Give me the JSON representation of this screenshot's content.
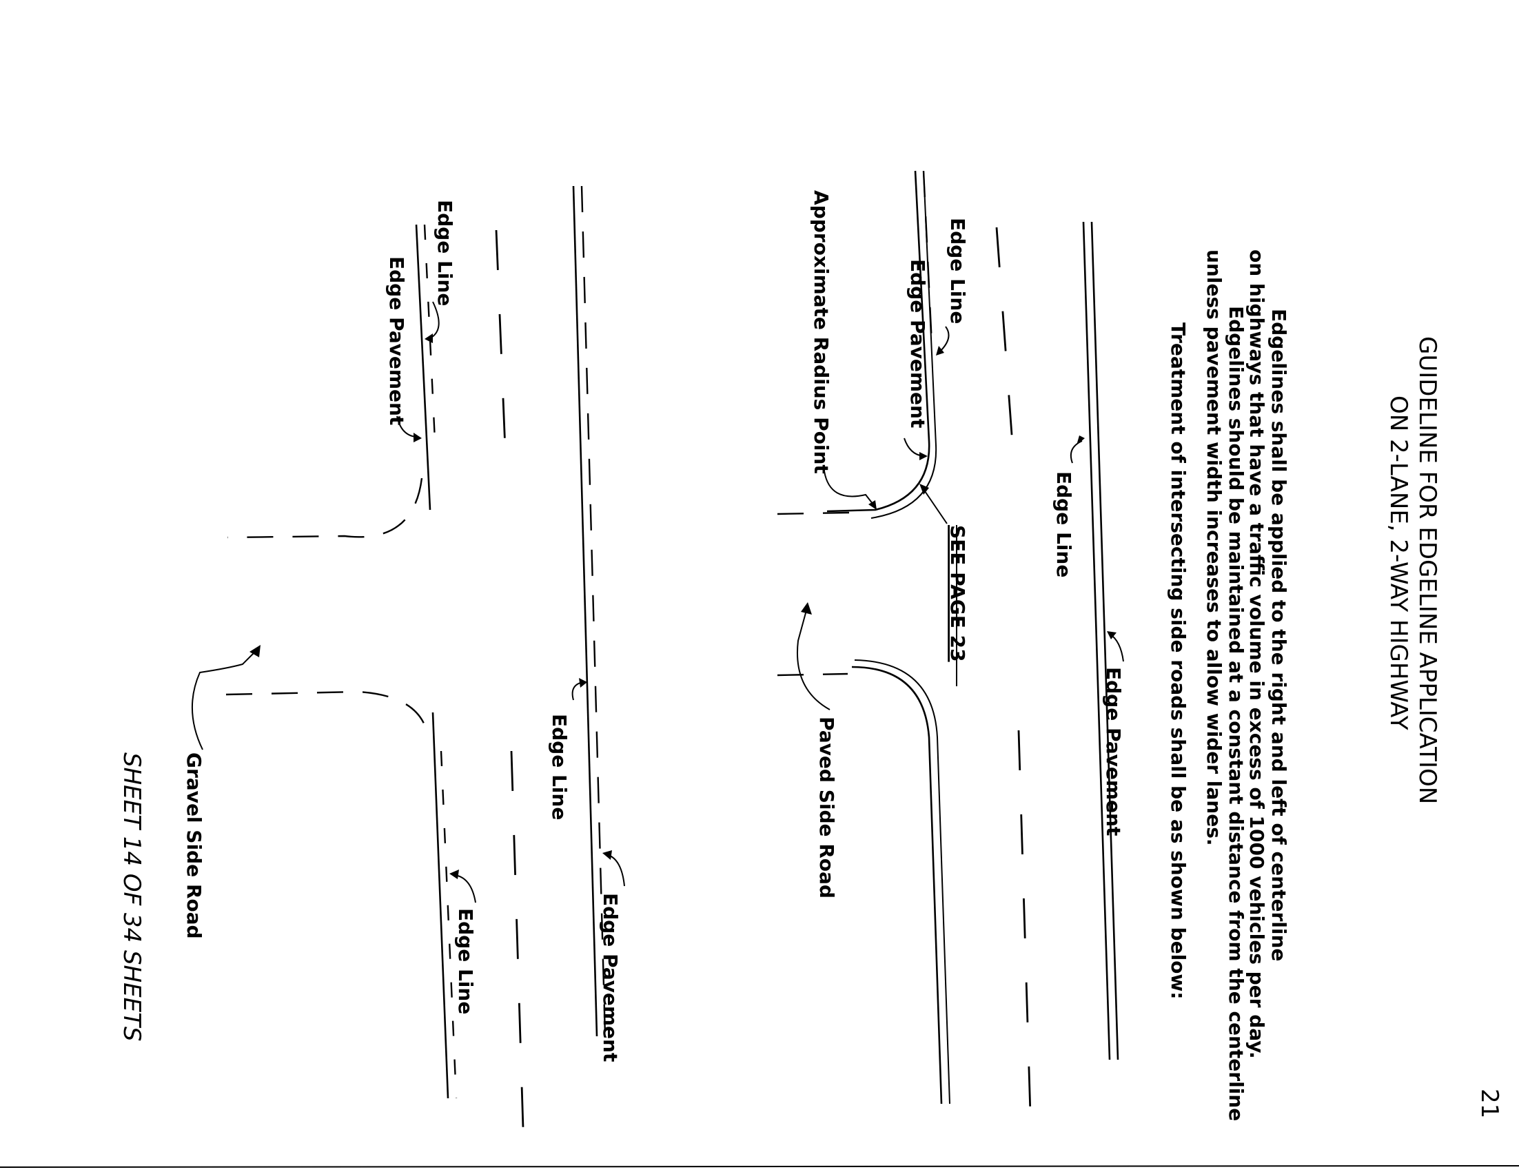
{
  "page_number": "21",
  "title": {
    "line1": "GUIDELINE FOR EDGELINE APPLICATION",
    "line2": "ON 2-LANE, 2-WAY HIGHWAY"
  },
  "paragraph": {
    "line1": "Edgelines shall be applied to the right and left of centerline",
    "line2": "on highways that have a traffic volume in excess of 1000 vehicles per day.",
    "line3": "Edgelines should be maintained at a constant distance from the centerline",
    "line4": "unless pavement width increases to allow wider lanes.",
    "line5": "Treatment of intersecting side roads shall be as shown below:"
  },
  "labels": {
    "edge_line": "Edge Line",
    "edge_pavement": "Edge Pavement",
    "approximate_radius_point": "Approximate Radius Point",
    "see_page": "SEE PAGE 23",
    "paved_side_road": "Paved Side Road",
    "gravel_side_road": "Gravel Side Road"
  },
  "footer": {
    "sheet_note": "SHEET 14 OF 34 SHEETS"
  }
}
